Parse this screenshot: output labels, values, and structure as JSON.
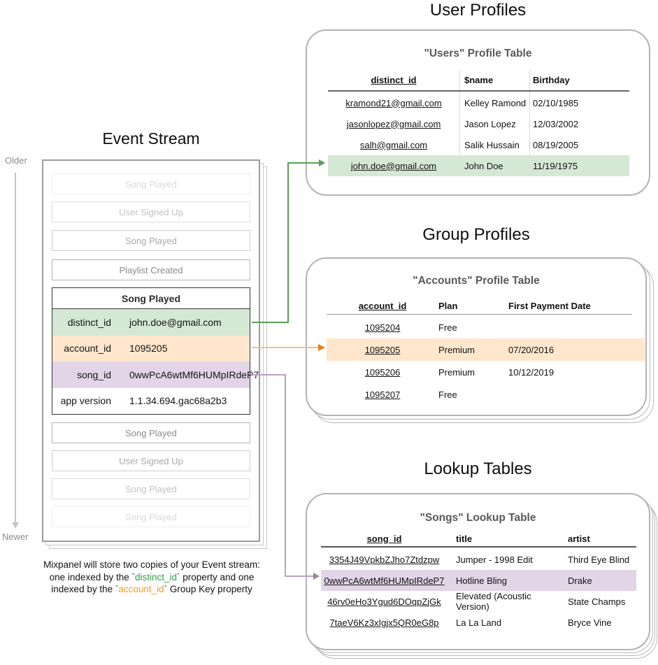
{
  "colors": {
    "green_highlight": "#d5e8d4",
    "orange_highlight": "#ffe6cc",
    "purple_highlight": "#e1d5e7",
    "green_accent": "#5b9e57",
    "orange_accent": "#ec7d17",
    "purple_accent": "#b5a3c9",
    "note_green": "#33a04a",
    "note_orange": "#f59d23"
  },
  "event_stream": {
    "title": "Event Stream",
    "older_label": "Older",
    "newer_label": "Newer",
    "events_before": [
      "Song Played",
      "User Signed Up",
      "Song Played",
      "Playlist Created"
    ],
    "expanded_event": {
      "title": "Song Played",
      "properties": [
        {
          "key": "distinct_id",
          "value": "john.doe@gmail.com"
        },
        {
          "key": "account_id",
          "value": "1095205"
        },
        {
          "key": "song_id",
          "value": "0wwPcA6wtMf6HUMpIRdeP7"
        },
        {
          "key": "app version",
          "value": "1.1.34.694.gac68a2b3"
        }
      ]
    },
    "events_after": [
      "Song Played",
      "User Signed Up",
      "Song Played",
      "Song Played"
    ]
  },
  "note": {
    "line1": "Mixpanel will store two copies of your Event stream:",
    "line2_prefix": "one indexed by the `",
    "line2_keyword": "distinct_id",
    "line2_suffix": "` property and one",
    "line3_prefix": "indexed by the `",
    "line3_keyword": "account_id",
    "line3_suffix": "` Group Key property"
  },
  "user_profiles": {
    "section_title": "User Profiles",
    "table_title": "\"Users\" Profile Table",
    "columns": [
      "distinct_id",
      "$name",
      "Birthday"
    ],
    "rows": [
      {
        "distinct_id": "kramond21@gmail.com",
        "name": "Kelley Ramond",
        "birthday": "02/10/1985"
      },
      {
        "distinct_id": "jasonlopez@gmail.com",
        "name": "Jason Lopez",
        "birthday": "12/03/2002"
      },
      {
        "distinct_id": "salh@gmail.com",
        "name": "Salik Hussain",
        "birthday": "08/19/2005"
      },
      {
        "distinct_id": "john.doe@gmail.com",
        "name": "John Doe",
        "birthday": "11/19/1975"
      }
    ],
    "highlighted_row": 3
  },
  "group_profiles": {
    "section_title": "Group Profiles",
    "table_title": "\"Accounts\" Profile Table",
    "columns": [
      "account_id",
      "Plan",
      "First Payment Date"
    ],
    "rows": [
      {
        "account_id": "1095204",
        "plan": "Free",
        "first_payment_date": ""
      },
      {
        "account_id": "1095205",
        "plan": "Premium",
        "first_payment_date": "07/20/2016"
      },
      {
        "account_id": "1095206",
        "plan": "Premium",
        "first_payment_date": "10/12/2019"
      },
      {
        "account_id": "1095207",
        "plan": "Free",
        "first_payment_date": ""
      }
    ],
    "highlighted_row": 1
  },
  "lookup_tables": {
    "section_title": "Lookup Tables",
    "table_title": "\"Songs\" Lookup Table",
    "columns": [
      "song_id",
      "title",
      "artist"
    ],
    "rows": [
      {
        "song_id": "3354J49VpkbZJho7Ztdzpw",
        "title": "Jumper - 1998 Edit",
        "artist": "Third Eye Blind"
      },
      {
        "song_id": "0wwPcA6wtMf6HUMpIRdeP7",
        "title": "Hotline Bling",
        "artist": "Drake"
      },
      {
        "song_id": "46rv0eHo3Ygud6DOqpZjGk",
        "title": "Elevated (Acoustic Version)",
        "artist": "State Champs"
      },
      {
        "song_id": "7taeV6Kz3xIgjx5QR0eG8p",
        "title": "La La Land",
        "artist": "Bryce Vine"
      }
    ],
    "highlighted_row": 1
  }
}
